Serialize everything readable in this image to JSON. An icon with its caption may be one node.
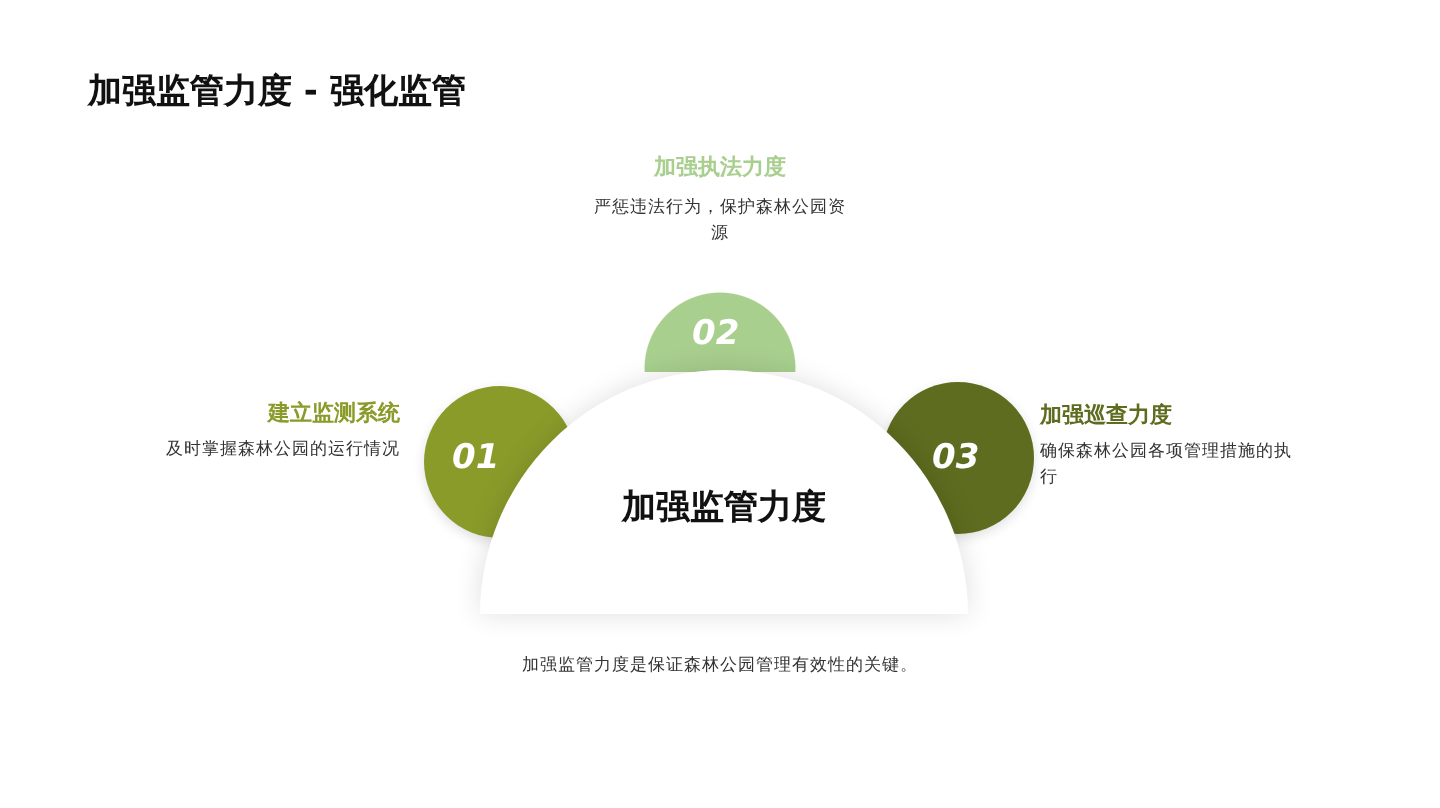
{
  "diagram": {
    "title": "加强监管力度 - 强化监管",
    "nodes": [
      {
        "text": [
          "01"
        ],
        "beside": [
          "建立监测系统",
          "及时掌握森林公园的运行情况"
        ]
      },
      {
        "text": [
          "02"
        ],
        "beside": [
          "加强执法力度",
          "严惩违法行为，保护森林公园资源"
        ]
      },
      {
        "text": [
          "03"
        ],
        "beside": [
          "加强巡查力度",
          "确保森林公园各项管理措施的执行"
        ]
      },
      {
        "text": [
          "加强监管力度"
        ]
      }
    ],
    "labels": [
      "加强监管力度是保证森林公园管理有效性的关键。"
    ]
  }
}
